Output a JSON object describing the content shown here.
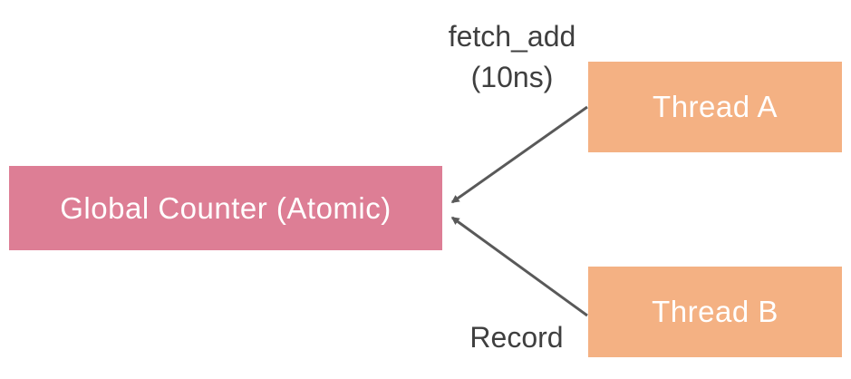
{
  "diagram": {
    "title": "",
    "nodes": {
      "global_counter": {
        "label": "Global Counter (Atomic)",
        "fill": "#dd7e95",
        "text_color": "#ffffff"
      },
      "thread_a": {
        "label": "Thread A",
        "fill": "#f4b183",
        "text_color": "#ffffff"
      },
      "thread_b": {
        "label": "Thread B",
        "fill": "#f4b183",
        "text_color": "#ffffff"
      }
    },
    "edges": [
      {
        "from": "thread_a",
        "to": "global_counter",
        "label": "fetch_add\n(10ns)"
      },
      {
        "from": "thread_b",
        "to": "global_counter",
        "label": "Record"
      }
    ],
    "labels": {
      "fetch_add": "fetch_add\n(10ns)",
      "record": "Record"
    },
    "colors": {
      "arrow": "#595959",
      "label_text": "#3f3f3f",
      "counter_fill": "#dd7e95",
      "thread_fill": "#f4b183",
      "node_text": "#ffffff",
      "background": "#ffffff"
    }
  }
}
